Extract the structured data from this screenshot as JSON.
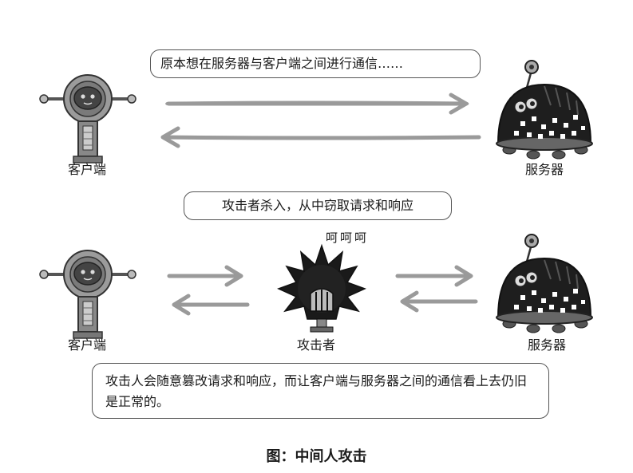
{
  "bubbles": {
    "top": "原本想在服务器与客户端之间进行通信……",
    "middle": "攻击者杀入，从中窃取请求和响应",
    "bottom": "攻击人会随意篡改请求和响应，而让客户端与服务器之间的通信看上去仍旧是正常的。"
  },
  "labels": {
    "client_top": "客户端",
    "server_top": "服务器",
    "client_bottom": "客户端",
    "attacker": "攻击者",
    "server_bottom": "服务器",
    "laugh": "呵呵呵"
  },
  "caption": "图：中间人攻击",
  "colors": {
    "arrow": "#9a9a9a",
    "robot_body": "#9b9b9b",
    "robot_dark": "#444444",
    "server_shell": "#1e1e1e",
    "attacker_body": "#1a1a1a"
  },
  "icons": [
    "client-robot-icon",
    "server-beetle-icon",
    "attacker-spiky-icon",
    "arrow-right-icon",
    "arrow-left-icon"
  ]
}
